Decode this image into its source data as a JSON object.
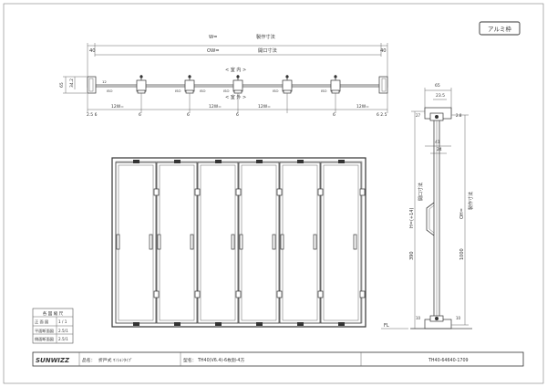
{
  "badge": "アルミ枠",
  "plan": {
    "w_label": "W=",
    "w_total": "製作寸法",
    "ow_label": "OW=",
    "ow_total": "開口寸法",
    "left_offset": "40",
    "right_offset": "40",
    "interior_label": "< 室 内 >",
    "exterior_label": "< 室 外 >",
    "left_height": "65",
    "sub_height": "34.2",
    "panel_height": "12",
    "panel_label": "ISO",
    "bottom_seg_labels": [
      "12W=",
      "6",
      "6",
      "12W=",
      "6",
      "12W=",
      "6",
      "12W="
    ],
    "left_edge": "2.5  6",
    "right_edge": "6  2.5"
  },
  "section": {
    "top_width": "65",
    "top_sub": "23.5",
    "mid_dims": [
      "41",
      "24"
    ],
    "h_label": "H=(+14)",
    "h_total": "製作寸法",
    "oh_label": "OH=",
    "oh_total": "開口寸法",
    "sill_label": "FL",
    "small_dims": [
      "27",
      "2.8",
      "10",
      "10"
    ],
    "lower_labels": [
      "390",
      "1000"
    ]
  },
  "scale_table": {
    "title": "各 図 縮 尺",
    "rows": [
      {
        "name": "正 面 図",
        "value": "1 / 1"
      },
      {
        "name": "平面断面図",
        "value": "2.5/1"
      },
      {
        "name": "側面断面図",
        "value": "2.5/1"
      }
    ]
  },
  "title_block": {
    "logo": "SUNWIZZ",
    "name_label": "品名：",
    "name_value": "折戸式 ﾏﾝｼｮﾝﾀｲﾌﾟ",
    "model_label": "型名：",
    "model_value": "TH40(V6.4)-6枚割-4方",
    "code": "TH40-64640-1709"
  },
  "colors": {
    "line": "#333333",
    "background": "#ffffff"
  }
}
